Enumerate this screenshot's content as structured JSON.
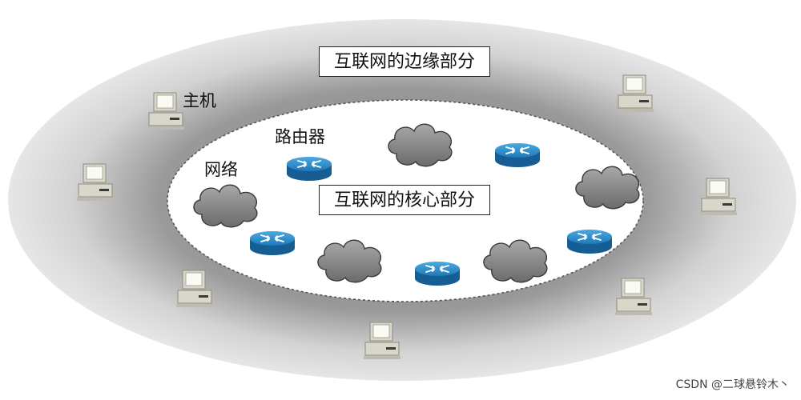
{
  "labels": {
    "edge": "互联网的边缘部分",
    "core": "互联网的核心部分",
    "host": "主机",
    "router": "路由器",
    "network": "网络"
  },
  "watermark": "CSDN @二球悬铃木丶",
  "icons": {
    "host": "host-computer-icon",
    "router": "router-icon",
    "network": "network-cloud-icon"
  },
  "colors": {
    "edge_region": "#bdbdbd",
    "core_region": "#ffffff",
    "router": "#2a8ac8",
    "cloud": "#8a8a8a",
    "host": "#d9d7c9"
  }
}
